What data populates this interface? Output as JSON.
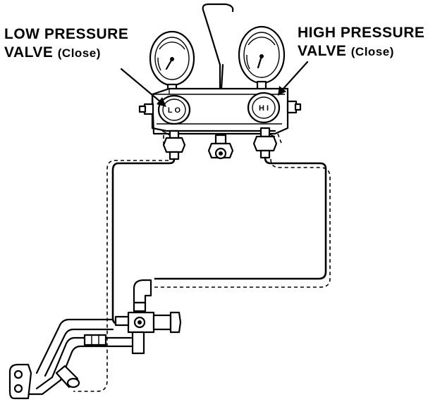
{
  "callouts": {
    "low": {
      "line1": "LOW PRESSURE",
      "line2_main": "VALVE",
      "line2_paren": "(Close)"
    },
    "high": {
      "line1": "HIGH PRESSURE",
      "line2_main": "VALVE",
      "line2_paren": "(Close)"
    }
  },
  "knobs": {
    "low_label": "L O",
    "high_label": "H I"
  },
  "colors": {
    "ink": "#000000",
    "paper": "#ffffff"
  }
}
